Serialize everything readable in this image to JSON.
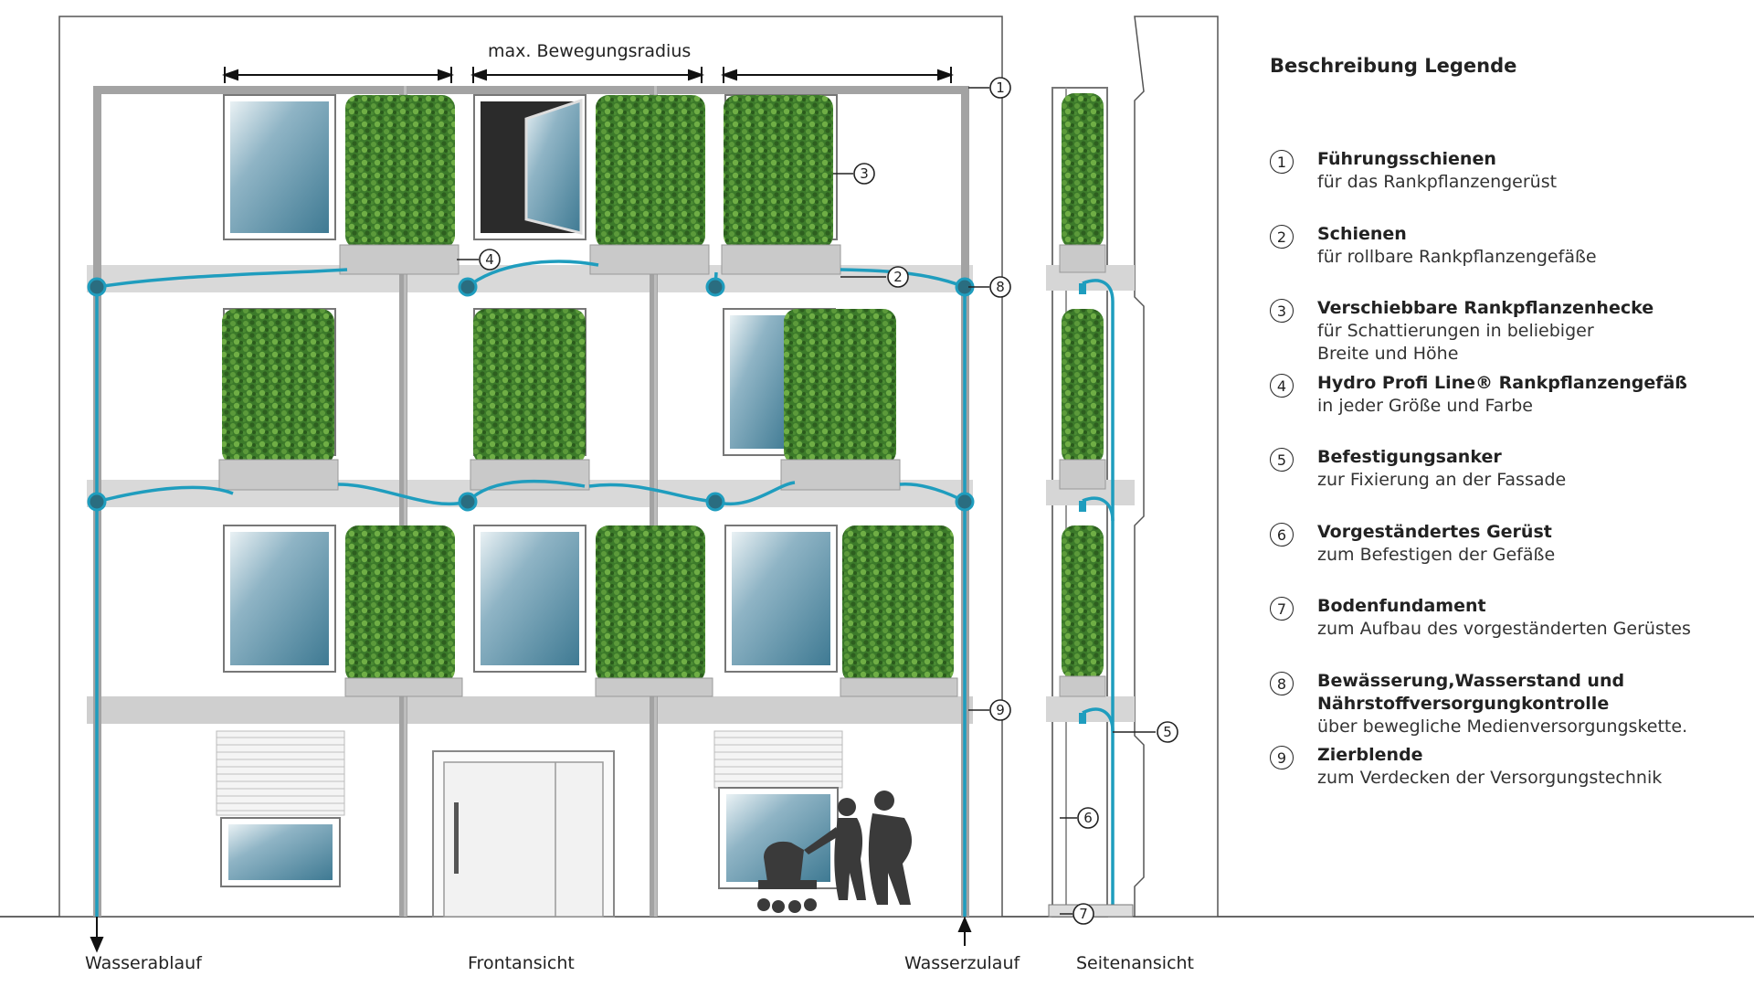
{
  "labels": {
    "dimension": "max. Bewegungsradius",
    "outlet": "Wasserablauf",
    "front_view": "Frontansicht",
    "inlet": "Wasserzulauf",
    "side_view": "Seitenansicht"
  },
  "callout_numbers": [
    "1",
    "2",
    "3",
    "4",
    "5",
    "6",
    "7",
    "8",
    "9"
  ],
  "legend": {
    "title": "Beschreibung Legende",
    "items": [
      {
        "num": "1",
        "head": "Führungsschienen",
        "desc": "für das Rankpflanzengerüst"
      },
      {
        "num": "2",
        "head": "Schienen",
        "desc": "für rollbare Rankpflanzengefäße"
      },
      {
        "num": "3",
        "head": "Verschiebbare Rankpflanzenhecke",
        "desc": "für Schattierungen in beliebiger\nBreite und Höhe"
      },
      {
        "num": "4",
        "head": "Hydro Profi Line® Rankpflanzengefäß",
        "desc": "in jeder Größe und Farbe"
      },
      {
        "num": "5",
        "head": "Befestigungsanker",
        "desc": "zur Fixierung an der Fassade"
      },
      {
        "num": "6",
        "head": "Vorgeständertes Gerüst",
        "desc": "zum Befestigen der Gefäße"
      },
      {
        "num": "7",
        "head": "Bodenfundament",
        "desc": "zum Aufbau des vorgeständerten Gerüstes"
      },
      {
        "num": "8",
        "head": "Bewässerung,Wasserstand und\nNährstoffversorgungkontrolle",
        "desc": "über bewegliche Medienversorgungskette."
      },
      {
        "num": "9",
        "head": "Zierblende",
        "desc": "zum Verdecken der Versorgungstechnik"
      }
    ]
  },
  "colors": {
    "pipe": "#1f9dbe",
    "frame": "#9a9a9a",
    "plant": "#3f7a2c",
    "window": "#5b8fa6",
    "outline": "#444444"
  }
}
